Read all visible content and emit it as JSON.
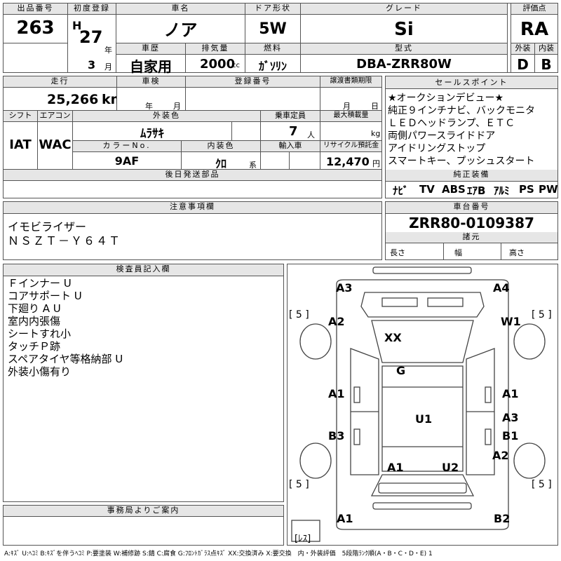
{
  "top": {
    "lot_label": "出品番号",
    "lot_value": "263",
    "first_reg_label": "初度登録",
    "era": "H",
    "year": "27",
    "year_unit": "年",
    "month": "3",
    "month_unit": "月",
    "model_label": "車名",
    "model_value": "ノア",
    "doors_label": "ドア形状",
    "doors_value": "5W",
    "grade_label": "グレード",
    "grade_value": "Si",
    "score_label": "評価点",
    "score_value": "RA",
    "history_label": "車歴",
    "history_value": "自家用",
    "displacement_label": "排気量",
    "displacement_value": "2000",
    "displacement_unit": "cc",
    "fuel_label": "燃料",
    "fuel_value": "ｶﾞｿﾘﾝ",
    "type_label": "型式",
    "type_value": "DBA-ZRR80W",
    "exterior_label": "外装",
    "exterior_value": "D",
    "interior_label": "内装",
    "interior_value": "B"
  },
  "row2": {
    "mileage_label": "走行",
    "mileage_value": "25,266",
    "mileage_unit": "km",
    "inspection_label": "車検",
    "inspection_year_unit": "年",
    "inspection_month_unit": "月",
    "regno_label": "登録番号",
    "transfer_label": "譲渡書類期限",
    "transfer_month_unit": "月",
    "transfer_day_unit": "日",
    "shift_label": "シフト",
    "shift_value": "IAT",
    "ac_label": "エアコン",
    "ac_value": "WAC",
    "color_label": "外装色",
    "color_value": "ﾑﾗｻｷ",
    "capacity_label": "乗車定員",
    "capacity_value": "7",
    "capacity_unit": "人",
    "load_label": "最大積載量",
    "load_unit": "kg",
    "colorno_label": "カラーNo.",
    "colorno_value": "9AF",
    "intcolor_label": "内装色",
    "intcolor_value": "ｸﾛ",
    "intcolor_unit": "系",
    "import_label": "輸入車",
    "recycle_label": "リサイクル預託金",
    "recycle_value": "12,470",
    "recycle_unit": "円",
    "later_label": "後日発送部品"
  },
  "sales_points": {
    "header": "セールスポイント",
    "lines": [
      "★オークションデビュー★",
      "純正９インチナビ、バックモニタ",
      "ＬＥＤヘッドランプ、ＥＴＣ",
      "両側パワースライドドア",
      "アイドリングストップ",
      "スマートキー、プッシュスタート"
    ]
  },
  "equipment": {
    "header": "純正装備",
    "items": [
      "ﾅﾋﾞ",
      "TV",
      "ABS",
      "ｴｱB",
      "ｱﾙﾐ",
      "PS",
      "PW"
    ]
  },
  "caution": {
    "header": "注意事項欄",
    "lines": [
      "イモビライザー",
      "ＮＳＺＴ－Ｙ６４Ｔ"
    ]
  },
  "chassis": {
    "header": "車台番号",
    "value": "ZRR80-0109387",
    "spec_header": "諸元",
    "length_label": "長さ",
    "width_label": "幅",
    "height_label": "高さ"
  },
  "inspector": {
    "header": "検査員記入欄",
    "lines": [
      "Ｆインナー U",
      "コアサポート U",
      "下廻り A U",
      "室内内張傷",
      "シートすれ小",
      "タッチＰ跡",
      "スペアタイヤ等格納部 U",
      "外装小傷有り"
    ]
  },
  "office": {
    "header": "事務局よりご案内"
  },
  "diagram": {
    "marks": [
      "A3",
      "A4",
      "A2",
      "W1",
      "XX",
      "G",
      "A1",
      "A1",
      "U1",
      "A3",
      "B3",
      "B1",
      "A2",
      "A1",
      "U2",
      "A1",
      "B2"
    ],
    "tires": [
      "[ 5 ]",
      "[ 5 ]",
      "[ 5 ]",
      "[ 5 ]"
    ],
    "spare": "[ﾚｽ]"
  },
  "footer": "A:ｷｽﾞ U:ﾍｺﾐ B:ｷｽﾞを伴うﾍｺﾐ P:要塗装 W:補修跡 S:錆 C:腐食 G:ﾌﾛﾝﾄｶﾞﾗｽ点ｷｽﾞ XX:交換済み X:要交換　内・外装評価　5段階ﾗﾝｸ順(A・B・C・D・E) 1"
}
